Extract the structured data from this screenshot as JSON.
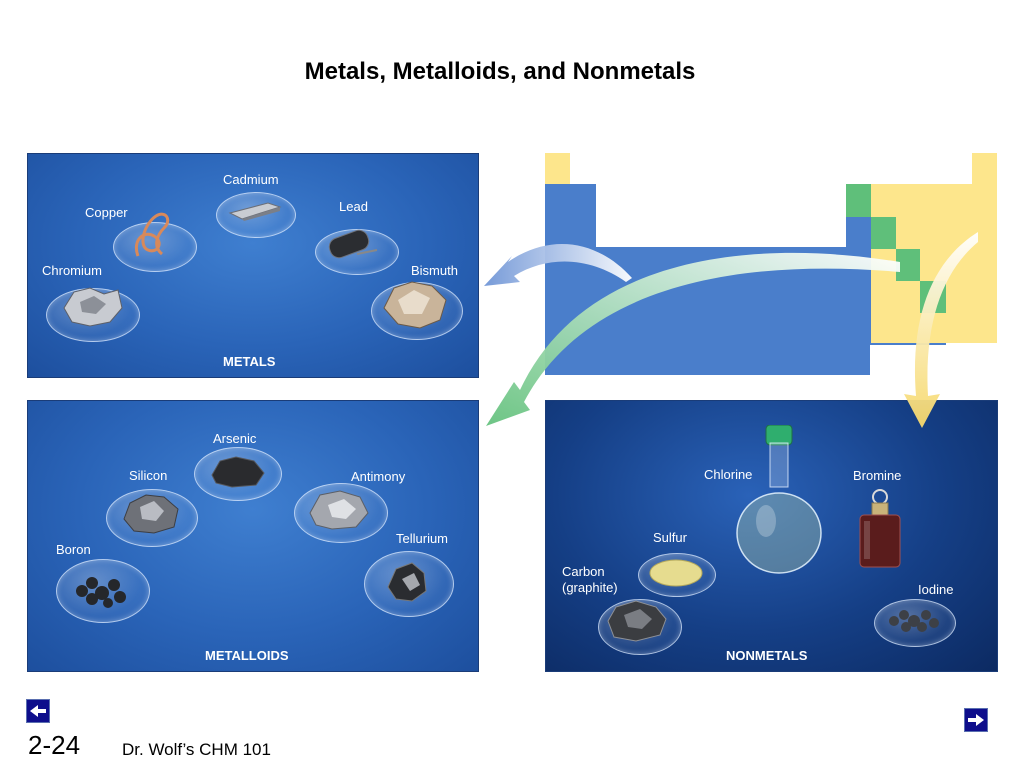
{
  "slide": {
    "title": "Metals, Metalloids, and Nonmetals",
    "number": "2-24",
    "footer": "Dr. Wolf’s CHM 101"
  },
  "metals": {
    "caption": "METALS",
    "samples": [
      "Cadmium",
      "Copper",
      "Lead",
      "Chromium",
      "Bismuth"
    ]
  },
  "metalloids": {
    "caption": "METALLOIDS",
    "samples": [
      "Arsenic",
      "Silicon",
      "Antimony",
      "Boron",
      "Tellurium"
    ]
  },
  "nonmetals": {
    "caption": "NONMETALS",
    "samples": [
      "Chlorine",
      "Bromine",
      "Sulfur",
      "Carbon\n(graphite)",
      "Iodine"
    ]
  },
  "colors": {
    "metal_blue": "#4a7ecb",
    "metalloid_green": "#5fbf7a",
    "nonmetal_yellow": "#fde68c"
  },
  "nav": {
    "prev_icon": "back-arrow-icon",
    "next_icon": "forward-arrow-icon"
  }
}
